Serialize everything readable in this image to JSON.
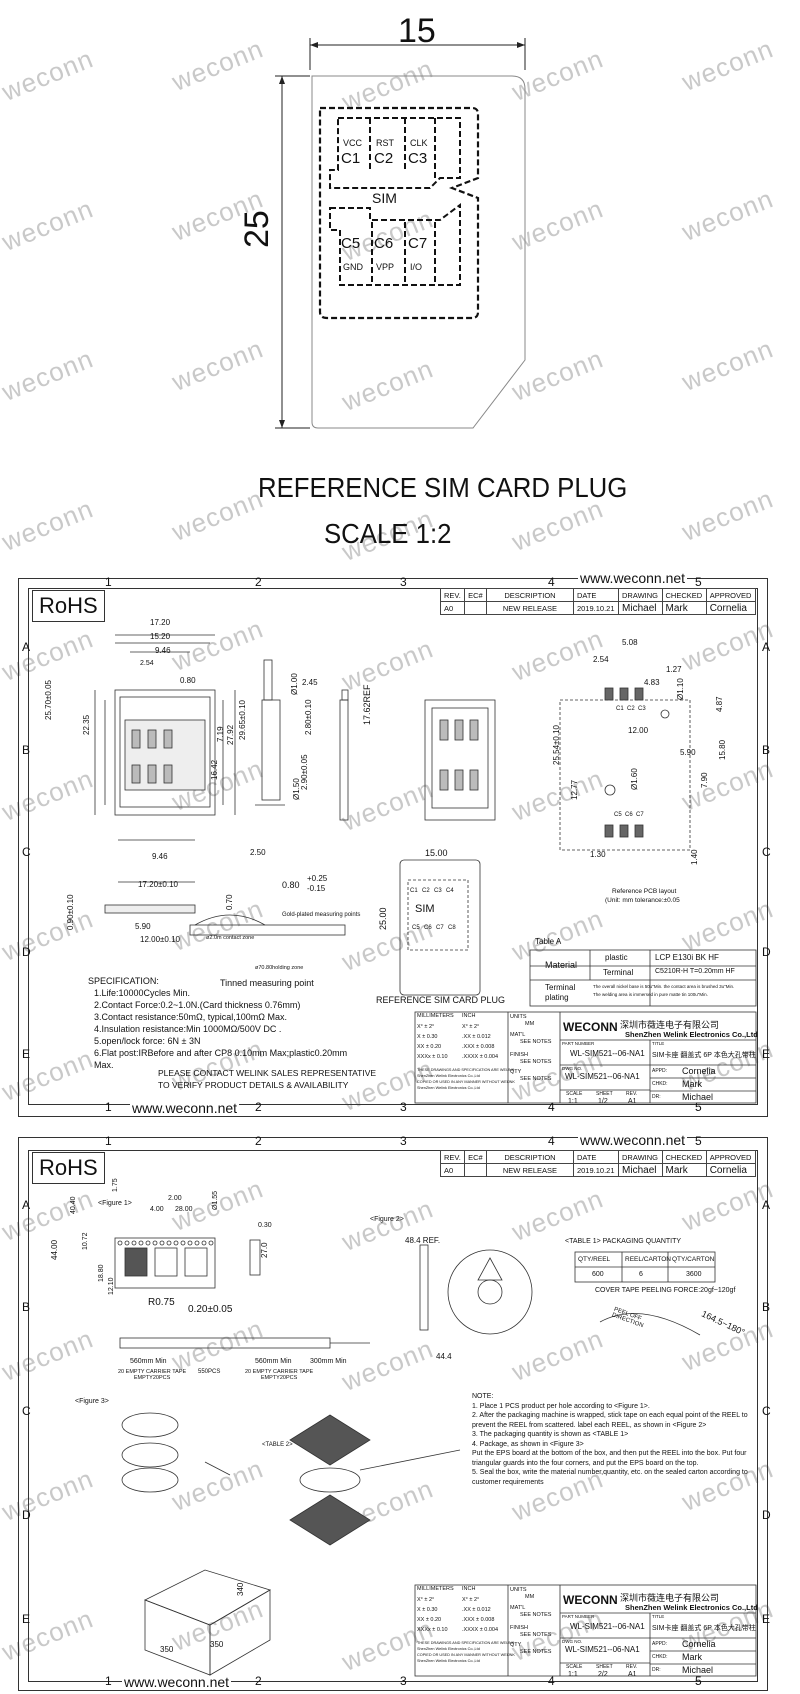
{
  "top": {
    "dim_width": "15",
    "dim_height": "25",
    "pins_top": [
      {
        "sig": "VCC",
        "id": "C1"
      },
      {
        "sig": "RST",
        "id": "C2"
      },
      {
        "sig": "CLK",
        "id": "C3"
      }
    ],
    "pins_bottom": [
      {
        "sig": "GND",
        "id": "C5"
      },
      {
        "sig": "VPP",
        "id": "C6"
      },
      {
        "sig": "I/O",
        "id": "C7"
      }
    ],
    "sim_label": "SIM",
    "title": "REFERENCE SIM CARD PLUG",
    "scale": "SCALE 1:2"
  },
  "watermark": "weconn",
  "sheet1": {
    "website": "www.weconn.net",
    "website_bottom": "www.weconn.net",
    "rohs": "RoHS",
    "cols": [
      "1",
      "2",
      "3",
      "4",
      "5"
    ],
    "rows": [
      "A",
      "B",
      "C",
      "D",
      "E"
    ],
    "rev_headers": [
      "REV.",
      "EC#",
      "DESCRIPTION",
      "DATE",
      "DRAWING",
      "CHECKED",
      "APPROVED"
    ],
    "rev_row": [
      "A0",
      "",
      "NEW RELEASE",
      "2019.10.21",
      "Michael",
      "Mark",
      "Cornelia"
    ],
    "dims": {
      "d1720": "17.20",
      "d1520": "15.20",
      "d946": "9.46",
      "d254": "2.54",
      "d080": "0.80",
      "d2570": "25.70±0.05",
      "d2235": "22.35",
      "d719": "7.19",
      "d2792": "27.92",
      "d1642": "16.42",
      "d2965": "29.65±0.10",
      "d946b": "9.46",
      "d250": "2.50",
      "d1720b": "17.20±0.10",
      "d245": "2.45",
      "d100": "Ø1.00",
      "d150": "Ø1.50",
      "d280": "2.80±0.10",
      "d290": "2.90±0.05",
      "d1762": "17.62REF",
      "d080b": "0.80",
      "d025": "+0.25",
      "d015": "-0.15",
      "d590": "5.90",
      "d1200": "12.00±0.10",
      "d090": "0.90±0.10",
      "d070": "0.70",
      "d015b": "0.15",
      "d508": "5.08",
      "d254b": "2.54",
      "d127": "1.27",
      "d483": "4.83",
      "d110": "Ø1.10",
      "d487": "4.87",
      "d1200b": "12.00",
      "d590b": "5.90",
      "d2554": "25.54±0.10",
      "d1277": "12.77",
      "d160": "Ø1.60",
      "d790": "7.90",
      "d1580": "15.80",
      "d130": "1.30",
      "d140": "1.40",
      "d1500": "15.00",
      "d2500": "25.00"
    },
    "mini_pins_top": [
      "C1",
      "C2",
      "C3"
    ],
    "mini_pins_bottom": [
      "C5",
      "C6",
      "C7"
    ],
    "mini_sim": "SIM",
    "mini_top_pins": [
      "C1",
      "C2",
      "C3",
      "C4"
    ],
    "mini_bot_pins": [
      "C5",
      "C6",
      "C7",
      "C8"
    ],
    "ref_sim_label": "REFERENCE SIM CARD PLUG",
    "pcb_note1": "Reference PCB layout",
    "pcb_note2": "(Unit: mm tolerance:±0.05",
    "gold_note": "Gold-plated measuring points",
    "contact_zone": "ø2.0m contact zone",
    "holding_zone": "ø70.80holding zone",
    "tinned": "Tinned measuring point",
    "spec_title": "SPECIFICATION:",
    "specs": [
      "1.Life:10000Cycles Min.",
      "2.Contact Force:0.2~1.0N.(Card thickness 0.76mm)",
      "3.Contact resistance:50mΩ, typical,100mΩ Max.",
      "4.Insulation resistance:Min 1000MΩ/500V DC .",
      "5.open/lock force: 6N ± 3N",
      "6.Flat post:IRBefore and after CP8 0.10mm Max;plastic0.20mm",
      "Max."
    ],
    "contact1": "PLEASE CONTACT WELINK SALES REPRESENTATIVE",
    "contact2": "TO VERIFY PRODUCT DETAILS & AVAILABILITY",
    "table_a_title": "Table A",
    "material": "Material",
    "plastic": "plastic",
    "plastic_val": "LCP E130i BK HF",
    "terminal": "Terminal",
    "terminal_val": "C5210R-H T=0.20mm HF",
    "plating": "Terminal\nplating",
    "plating_val1": "The overall nickel base is 50u\"Min. the contact area is brushed 3u\"Min.",
    "plating_val2": "The welding area is immersed in pure matte tin 100u\"Min.",
    "tol_headers": [
      "MILLIMETERS",
      "INCH"
    ],
    "tol_rows": [
      [
        "X° ± 2°",
        "X° ± 2°"
      ],
      [
        "X  ± 0.30",
        ".XX  ± 0.012"
      ],
      [
        "XX ± 0.20",
        ".XXX ± 0.008"
      ],
      [
        "XXXx ± 0.10",
        ".XXXX ± 0.004"
      ]
    ],
    "units": "UNITS",
    "units_val": "MM",
    "matl": "MAT'L",
    "see_notes": "SEE NOTES",
    "finish": "FINISH",
    "qty": "QTY",
    "company_logo": "WECONN",
    "company_cn": "深圳市薇连电子有限公司",
    "company_en": "ShenZhen Welink Electronics Co.,Ltd",
    "part_number_lbl": "PART NUMBER",
    "part_number": "WL-SIM521--06-NA1",
    "title_lbl": "TITLE",
    "title": "SIM卡座 翻盖式 6P 本色大孔带柱",
    "dwg_lbl": "DWG NO.",
    "dwg": "WL-SIM521--06-NA1",
    "appd_lbl": "APPD:",
    "appd": "Cornelia",
    "chkd_lbl": "CHKD:",
    "chkd": "Mark",
    "dr_lbl": "DR:",
    "dr": "Michael",
    "scale_h": [
      "SCALE",
      "SHEET",
      "REV."
    ],
    "scale_v": [
      "1:1",
      "1/2",
      "A1"
    ],
    "notice1": "THESE DRAWINGS AND SPECIFICATION ARE WEIJNK",
    "notice2": "ShenZhen Welink Electronics Co.,Ltd",
    "notice3": "COPIED OR USED IN ANY MANNER WITHOUT WEIJNK",
    "notice4": "ShenZhen Welink Electronics Co.,Ltd"
  },
  "sheet2": {
    "website": "www.weconn.net",
    "website_bottom": "www.weconn.net",
    "rohs": "RoHS",
    "fig1": "<Figure 1>",
    "fig2": "<Figure 2>",
    "fig3": "<Figure 3>",
    "table2_lbl": "<TABLE 2>",
    "d175": "1.75",
    "d200": "2.00",
    "d400": "4.00",
    "d2800": "28.00",
    "d155": "Ø1.55",
    "d030": "0.30",
    "d4040": "40.40",
    "d1072": "10.72",
    "d4400": "44.00",
    "d1880": "18.80",
    "d1210": "12.10",
    "r075": "R0.75",
    "d020": "0.20±0.05",
    "d270": "27.0",
    "d484": "48.4 REF.",
    "d444": "44.4",
    "d560a": "560mm Min",
    "d560b": "560mm Min",
    "d300": "300mm Min",
    "d550": "550PCS",
    "empty1": "20 EMPTY CARRIER TAPE\nEMPTY20PCS",
    "empty2": "20 EMPTY CARRIER TAPE\nEMPTY20PCS",
    "table1_title": "<TABLE 1> PACKAGING QUANTITY",
    "table1_headers": [
      "QTY/REEL",
      "REEL/CARTON",
      "QTY/CARTON"
    ],
    "table1_values": [
      "600",
      "6",
      "3600"
    ],
    "peel": "COVER TAPE PEELING FORCE:20gf~120gf",
    "peel_dir": "PEEL OFF\nDIRECTION",
    "angle": "164.5~180°",
    "note_title": "NOTE:",
    "notes": [
      "1. Place 1 PCS product per hole according to <Figure 1>.",
      "2. After the packaging machine is wrapped, stick tape on each equal point of the REEL to",
      "prevent the REEL from scattered. label each REEL, as shown in <Figure 2>",
      "3. The packaging quantity is shown as <TABLE 1>",
      "4. Package, as shown in <Figure 3>",
      "Put the EPS board at the bottom of the box, and then put the REEL into the box. Put four",
      "triangular guards into the four corners, and put the EPS board on the top.",
      "5. Seal the box, write the material number,quantity, etc. on the sealed carton according to",
      "customer requirements"
    ],
    "box_340": "340",
    "box_350a": "350",
    "box_350b": "350",
    "scale_v": [
      "1:1",
      "2/2",
      "A1"
    ]
  }
}
